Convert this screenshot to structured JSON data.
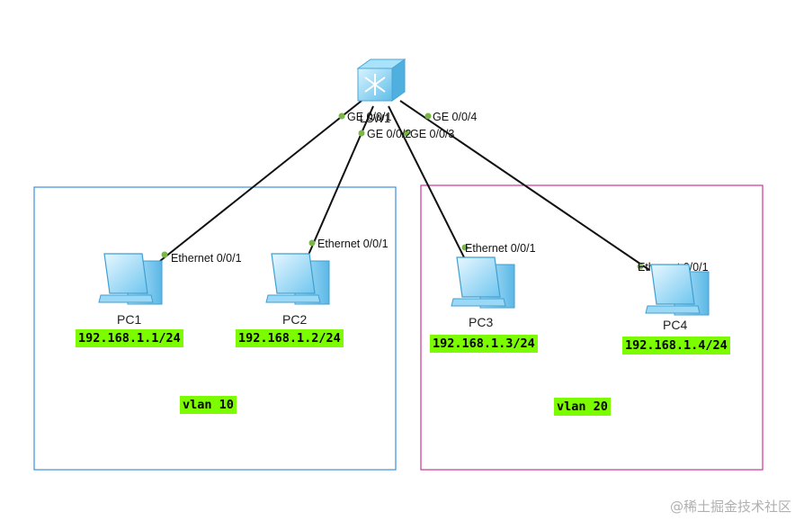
{
  "switch": {
    "name": "LSW1",
    "ports": [
      "GE 0/0/1",
      "GE 0/0/2",
      "GE 0/0/3",
      "GE 0/0/4"
    ]
  },
  "pcs": [
    {
      "name": "PC1",
      "ip": "192.168.1.1/24",
      "port": "Ethernet 0/0/1"
    },
    {
      "name": "PC2",
      "ip": "192.168.1.2/24",
      "port": "Ethernet 0/0/1"
    },
    {
      "name": "PC3",
      "ip": "192.168.1.3/24",
      "port": "Ethernet 0/0/1"
    },
    {
      "name": "PC4",
      "ip": "192.168.1.4/24",
      "port": "Ethernet 0/0/1"
    }
  ],
  "vlans": [
    {
      "label": "vlan 10",
      "color": "#3a8fdc"
    },
    {
      "label": "vlan 20",
      "color": "#d0339a"
    }
  ],
  "watermark": "@稀土掘金技术社区",
  "colors": {
    "link": "#111111",
    "port_dot": "#7ab648",
    "label_bg": "#7cfc00"
  }
}
